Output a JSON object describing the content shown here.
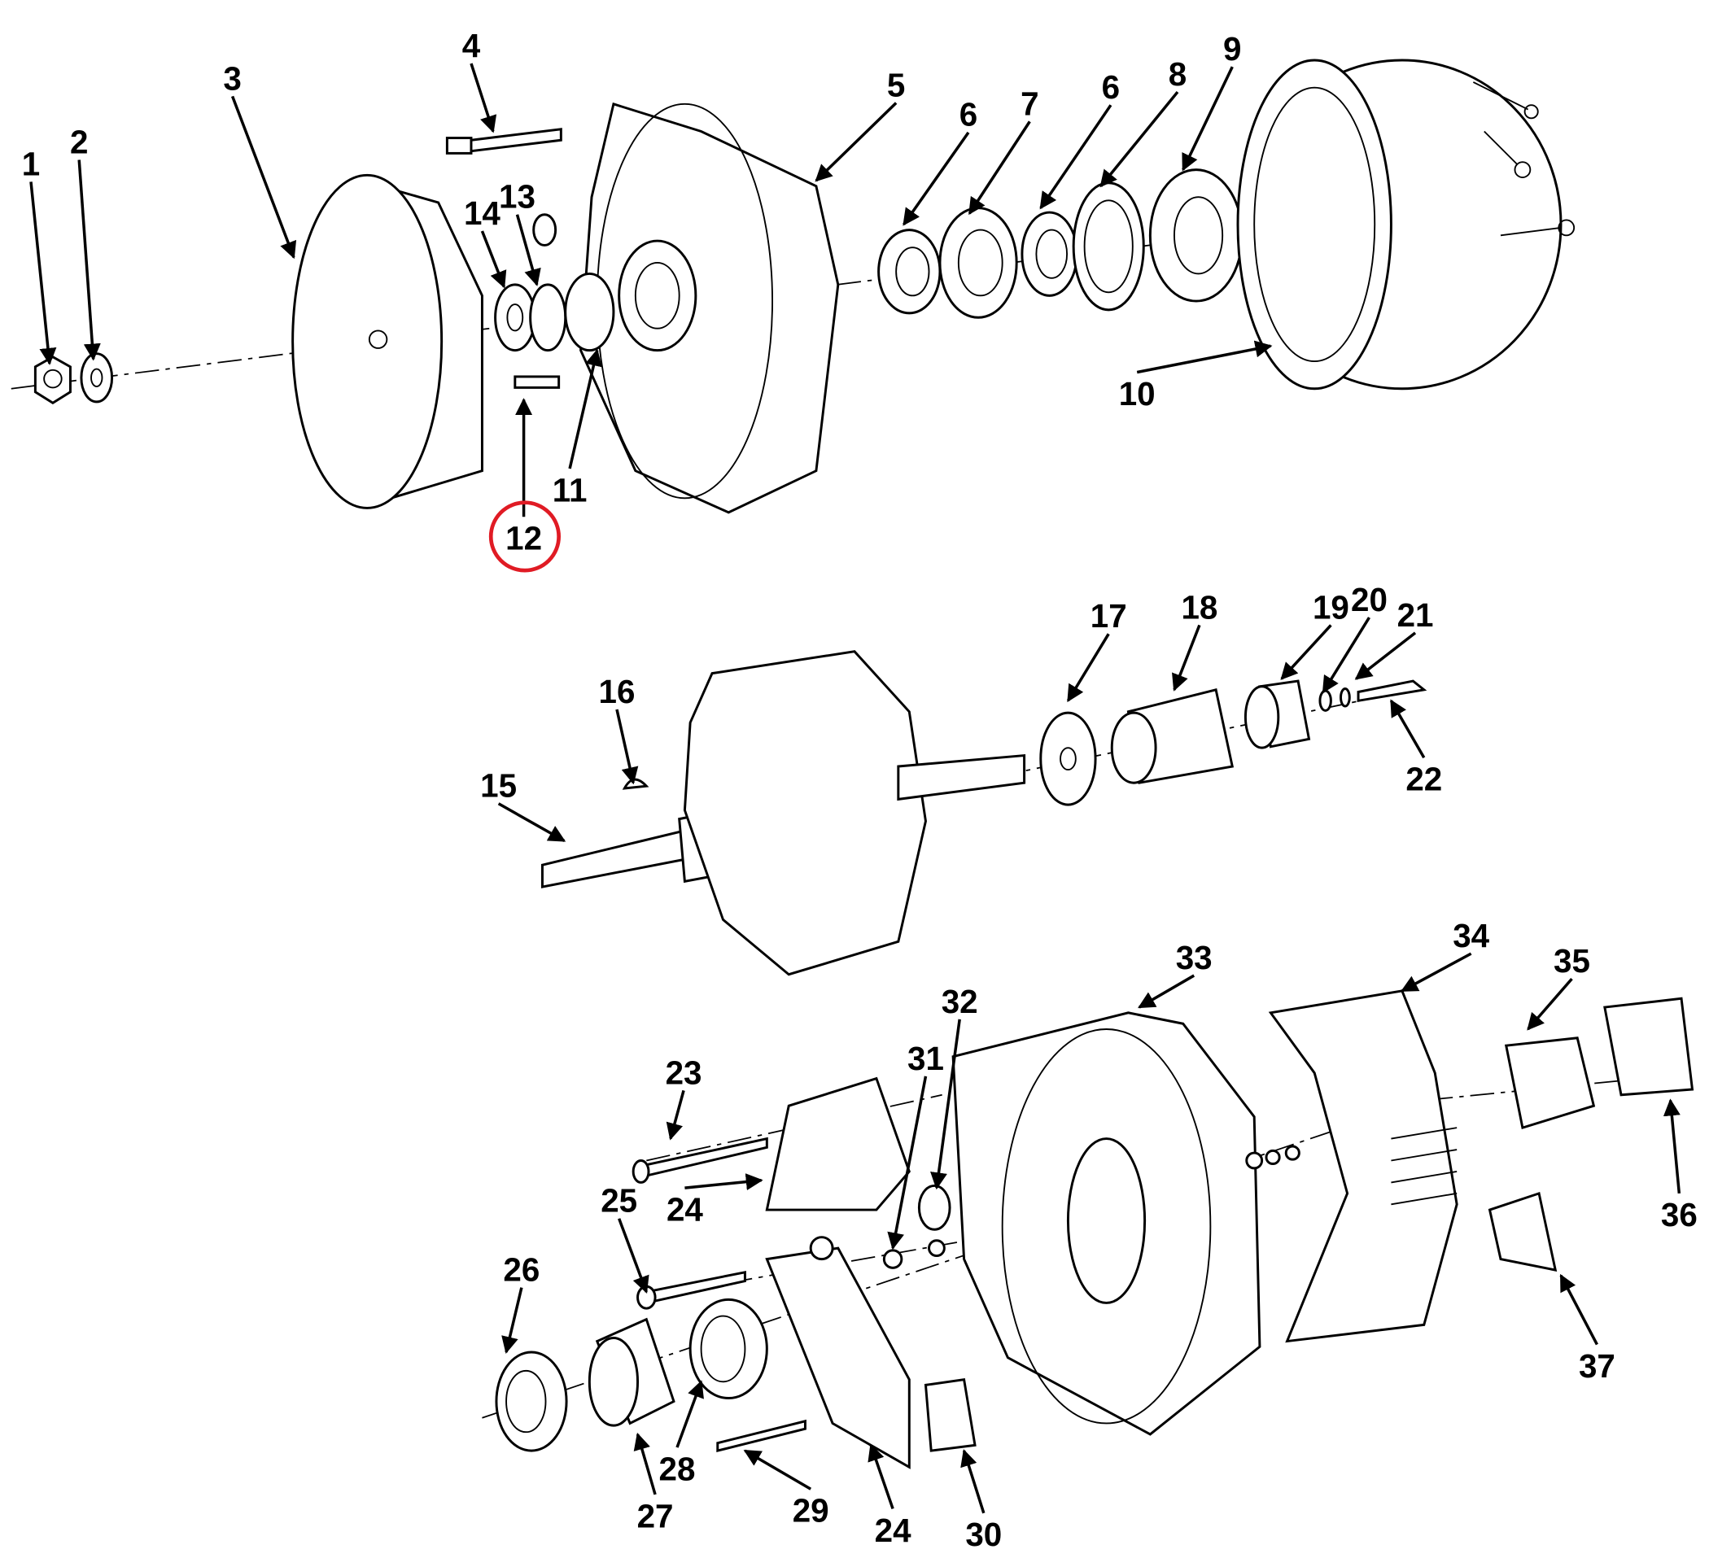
{
  "diagram": {
    "title": "Alternator exploded view",
    "highlight_color": "#e01b24",
    "highlighted_callout": "12",
    "callouts": [
      "1",
      "2",
      "3",
      "4",
      "5",
      "6",
      "7",
      "6",
      "8",
      "9",
      "10",
      "11",
      "12",
      "13",
      "14",
      "15",
      "16",
      "17",
      "18",
      "19",
      "20",
      "21",
      "22",
      "23",
      "24",
      "25",
      "26",
      "27",
      "28",
      "29",
      "24",
      "30",
      "31",
      "32",
      "33",
      "34",
      "35",
      "36",
      "37"
    ]
  }
}
